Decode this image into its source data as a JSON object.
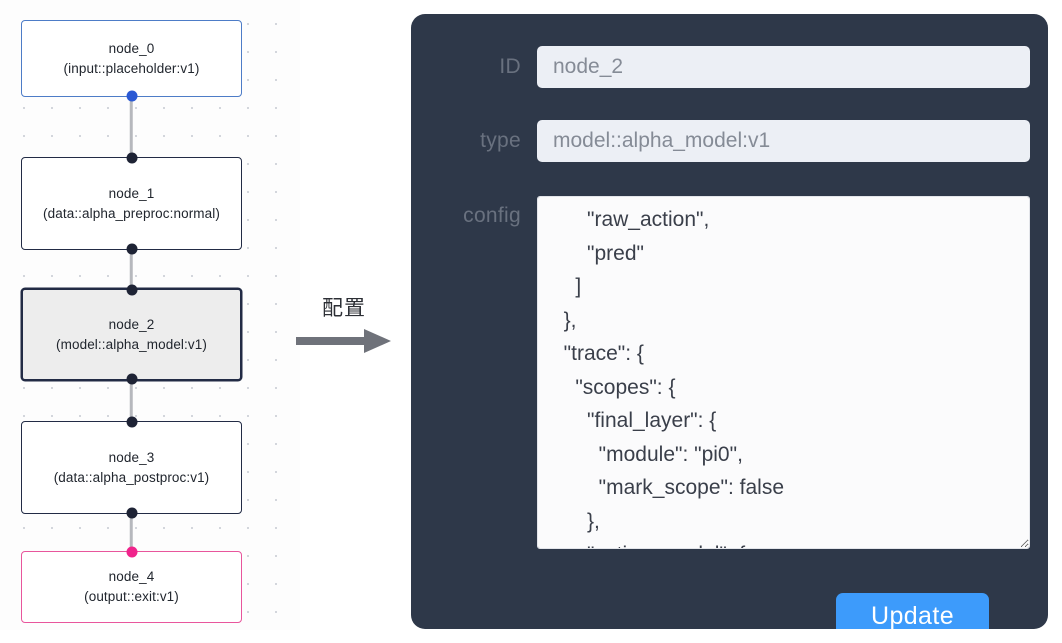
{
  "graph": {
    "nodes": [
      {
        "id": "node_0",
        "label": "node_0\n(input::placeholder:v1)",
        "kind": "input",
        "selected": false
      },
      {
        "id": "node_1",
        "label": "node_1\n(data::alpha_preproc:normal)",
        "kind": "default",
        "selected": false
      },
      {
        "id": "node_2",
        "label": "node_2\n(model::alpha_model:v1)",
        "kind": "model",
        "selected": true
      },
      {
        "id": "node_3",
        "label": "node_3\n(data::alpha_postproc:v1)",
        "kind": "default",
        "selected": false
      },
      {
        "id": "node_4",
        "label": "node_4\n(output::exit:v1)",
        "kind": "output",
        "selected": false
      }
    ],
    "colors": {
      "input_border": "#4d7cc7",
      "output_border": "#e8559c",
      "default_border": "#222b45",
      "selected_fill": "#ededed",
      "edge": "#b6b8bd",
      "port_default": "#1e2335",
      "port_input": "#2b59d4",
      "port_output": "#f0248c"
    }
  },
  "transition": {
    "label": "配置",
    "arrow_icon": "arrow-right-icon"
  },
  "panel": {
    "background": "#2e3849",
    "fields": {
      "id": {
        "label": "ID",
        "value": "node_2",
        "placeholder": "node_2"
      },
      "type": {
        "label": "type",
        "value": "model::alpha_model:v1",
        "placeholder": "model::alpha_model:v1"
      },
      "config": {
        "label": "config",
        "value": "      \"raw_action\",\n      \"pred\"\n    ]\n  },\n  \"trace\": {\n    \"scopes\": {\n      \"final_layer\": {\n        \"module\": \"pi0\",\n        \"mark_scope\": false\n      },\n      \"action_model\": {\n        \"module\": \"action_expert\",\n        \"mark_scope\": true\n      }\n    }\n  }\n}"
      }
    },
    "update_button": {
      "label": "Update",
      "color": "#3d9bfb"
    },
    "scrollbar": {
      "name": "config-scrollbar",
      "thumb_color": "#c4c4c4"
    },
    "resize_handle": "resize-handle-icon"
  }
}
